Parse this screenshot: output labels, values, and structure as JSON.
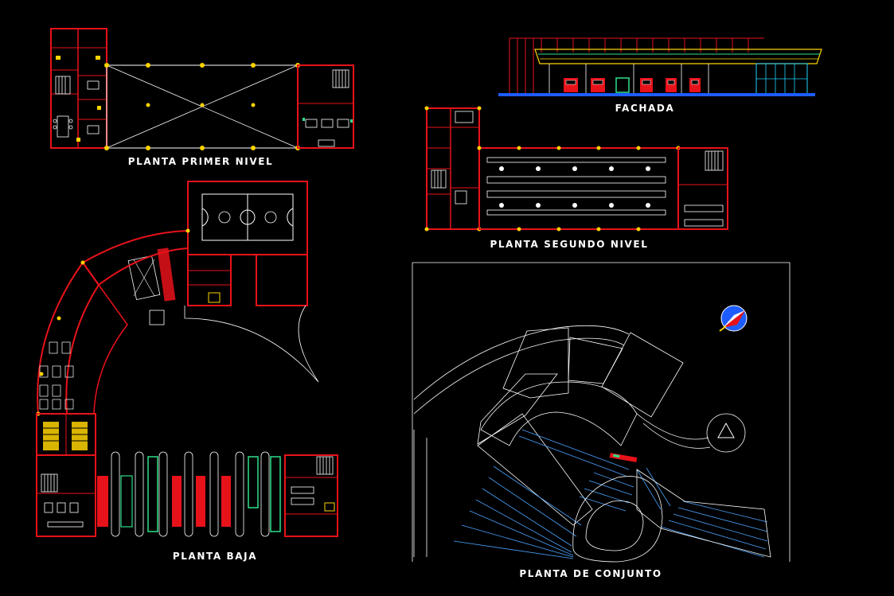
{
  "drawing": {
    "background": "#000000",
    "colors": {
      "walls": "#e8121a",
      "lines": "#ffffff",
      "yellow": "#ffd400",
      "cyan": "#21d2ff",
      "green": "#2fe08a",
      "blue": "#1e5cff",
      "ramp": "#4aa3ff"
    },
    "titles": {
      "planta_primer_nivel": "PLANTA PRIMER NIVEL",
      "fachada": "FACHADA",
      "planta_segundo_nivel": "PLANTA SEGUNDO NIVEL",
      "planta_baja": "PLANTA BAJA",
      "planta_de_conjunto": "PLANTA DE CONJUNTO"
    },
    "icons": [
      "north-arrow-icon",
      "triangle-marker-icon"
    ]
  }
}
